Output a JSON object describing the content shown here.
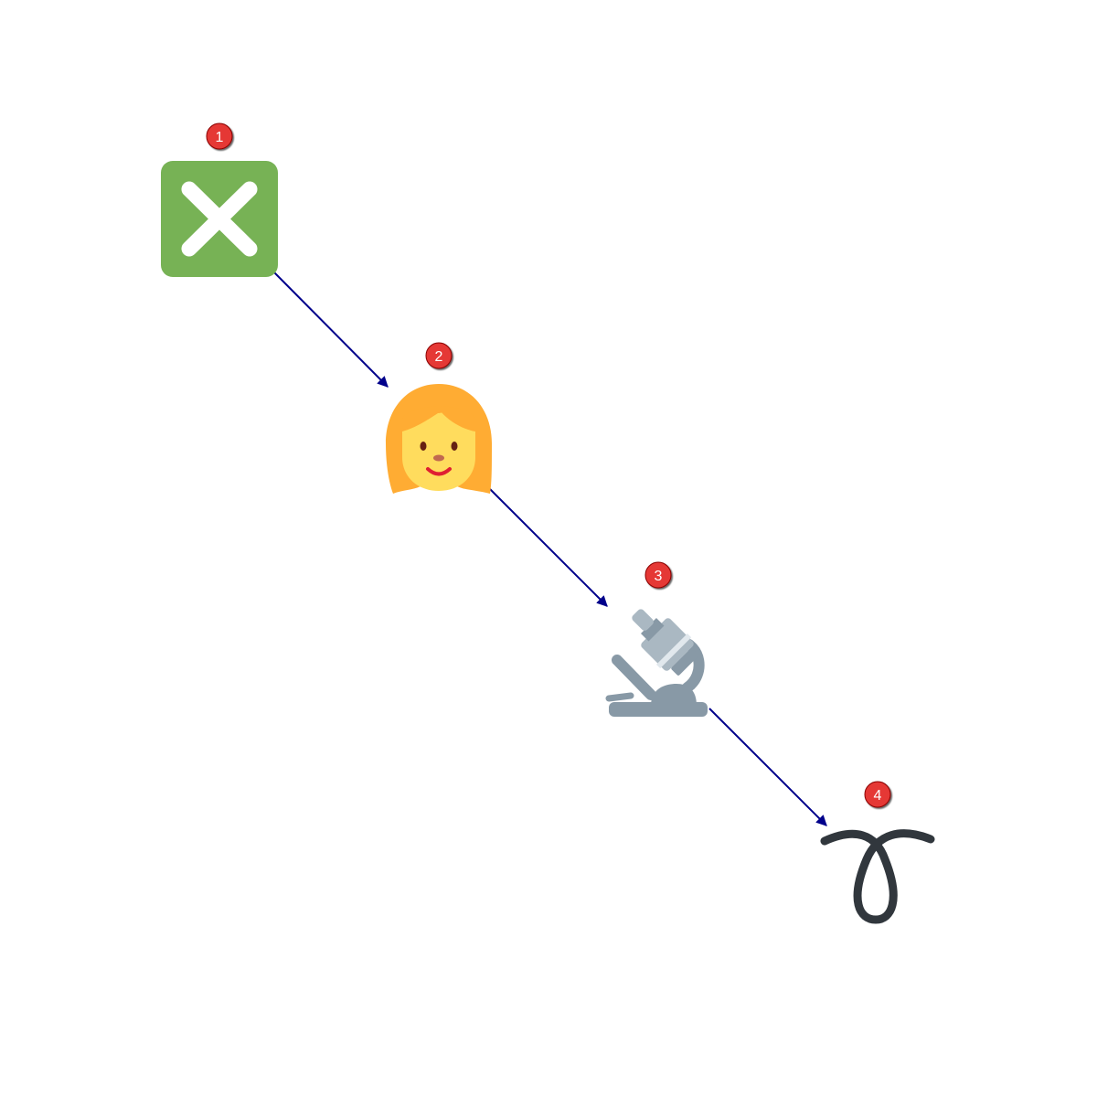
{
  "colors": {
    "arrow": "#00008b",
    "badge_fill": "#e53935",
    "badge_text": "#ffffff",
    "background": "#ffffff"
  },
  "nodes": [
    {
      "id": "1",
      "badge": "1",
      "icon": "cross-mark-button-icon"
    },
    {
      "id": "2",
      "badge": "2",
      "icon": "woman-icon"
    },
    {
      "id": "3",
      "badge": "3",
      "icon": "microscope-icon"
    },
    {
      "id": "4",
      "badge": "4",
      "icon": "curly-loop-icon"
    }
  ],
  "edges": [
    {
      "from": "1",
      "to": "2"
    },
    {
      "from": "2",
      "to": "3"
    },
    {
      "from": "3",
      "to": "4"
    }
  ]
}
